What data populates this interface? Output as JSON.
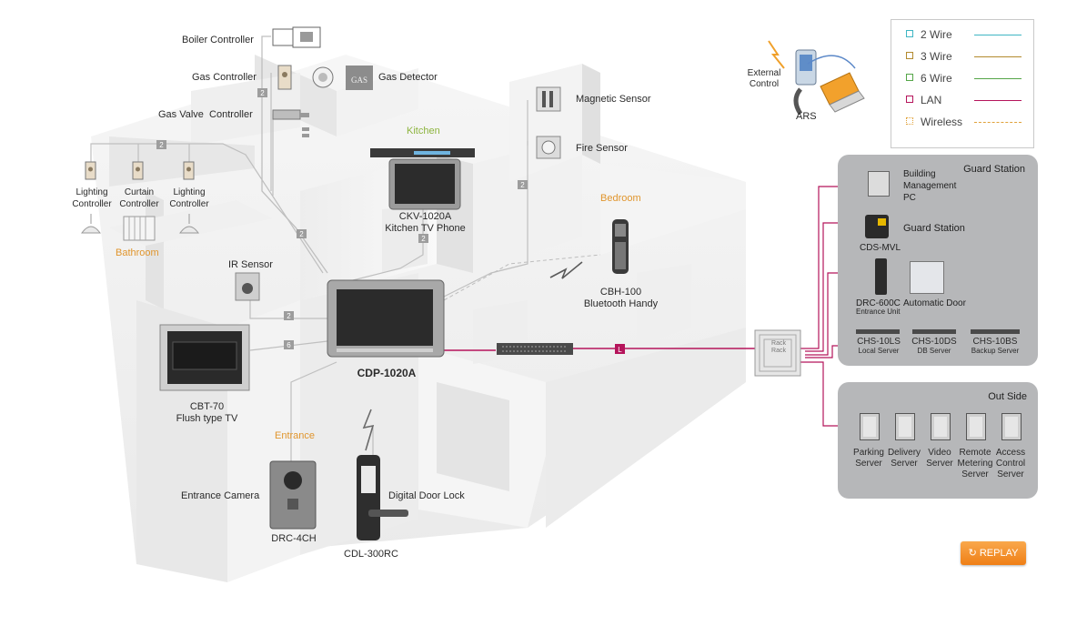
{
  "devices": {
    "boiler_controller": "Boiler Controller",
    "gas_controller": "Gas Controller",
    "gas_detector": "Gas Detector",
    "gas_detector_badge": "GAS",
    "gas_valve_controller": "Gas Valve  Controller",
    "lighting_controller_1": [
      "Lighting",
      "Controller"
    ],
    "curtain_controller": [
      "Curtain",
      "Controller"
    ],
    "lighting_controller_2": [
      "Lighting",
      "Controller"
    ],
    "magnetic_sensor": "Magnetic Sensor",
    "fire_sensor": "Fire Sensor",
    "kitchen_tv": [
      "CKV-1020A",
      "Kitchen TV Phone"
    ],
    "bluetooth": [
      "CBH-100",
      "Bluetooth Handy"
    ],
    "ir_sensor": "IR Sensor",
    "main_unit": "CDP-1020A",
    "flush_tv": [
      "CBT-70",
      "Flush type TV"
    ],
    "entrance_camera": "Entrance Camera",
    "entrance_camera_model": "DRC-4CH",
    "door_lock": "Digital Door Lock",
    "door_lock_model": "CDL-300RC",
    "external_control": [
      "External",
      "Control"
    ],
    "ars": "ARS"
  },
  "rooms": {
    "kitchen": "Kitchen",
    "bedroom": "Bedroom",
    "bathroom": "Bathroom",
    "entrance": "Entrance"
  },
  "guard_station": {
    "title": "Guard Station",
    "building_pc": [
      "Building",
      "Management",
      "PC"
    ],
    "guard_station_label": "Guard Station",
    "cds_mvl": "CDS-MVL",
    "drc_600c": "DRC-600C",
    "entrance_unit": "Entrance Unit",
    "automatic_door": "Automatic Door",
    "servers": [
      {
        "model": "CHS-10LS",
        "desc": "Local Server"
      },
      {
        "model": "CHS-10DS",
        "desc": "DB Server"
      },
      {
        "model": "CHS-10BS",
        "desc": "Backup Server"
      }
    ]
  },
  "outside": {
    "title": "Out Side",
    "servers": [
      [
        "Parking",
        "Server"
      ],
      [
        "Delivery",
        "Server"
      ],
      [
        "Video",
        "Server"
      ],
      [
        "Remote",
        "Metering",
        "Server"
      ],
      [
        "Access",
        "Control",
        "Server"
      ]
    ]
  },
  "rack": [
    "Rack",
    "Rack"
  ],
  "legend": [
    {
      "label": "2 Wire",
      "color": "#3fb6c3",
      "style": "solid"
    },
    {
      "label": "3 Wire",
      "color": "#b38a2e",
      "style": "solid"
    },
    {
      "label": "6 Wire",
      "color": "#55a648",
      "style": "solid"
    },
    {
      "label": "LAN",
      "color": "#b5145b",
      "style": "solid"
    },
    {
      "label": "Wireless",
      "color": "#e0a23a",
      "style": "dashed"
    }
  ],
  "badges": {
    "n2a": "2",
    "n2b": "2",
    "n2c": "2",
    "n2d": "2",
    "n2e": "2",
    "n2f": "2",
    "n6": "6",
    "l": "L"
  },
  "replay_label": "REPLAY"
}
